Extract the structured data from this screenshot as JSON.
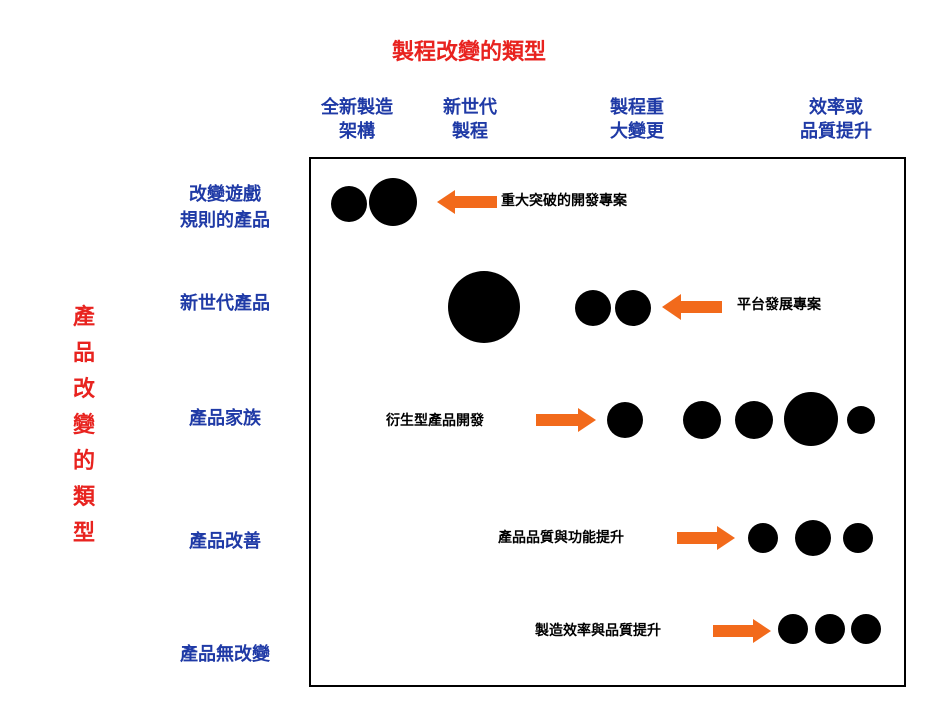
{
  "title": "製程改變的類型",
  "side_label": "產品改變的類型",
  "columns": [
    "全新製造\n架構",
    "新世代\n製程",
    "製程重\n大變更",
    "效率或\n品質提升"
  ],
  "rows": [
    "改變遊戲\n規則的產品",
    "新世代產品",
    "產品家族",
    "產品改善",
    "產品無改變"
  ],
  "annotations": [
    "重大突破的開發專案",
    "平台發展專案",
    "衍生型產品開發",
    "產品品質與功能提升",
    "製造效率與品質提升"
  ],
  "colors": {
    "title": "#e8231f",
    "header": "#1f3aa6",
    "arrow": "#f26a1b",
    "dot": "#000000"
  }
}
